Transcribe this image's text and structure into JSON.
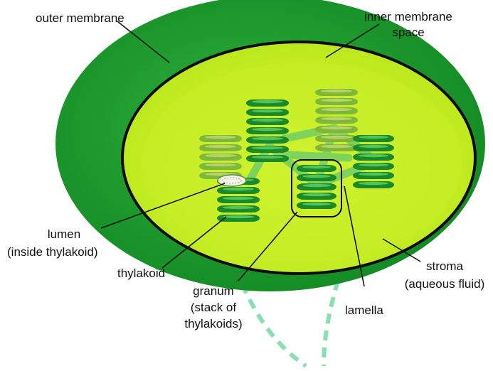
{
  "labels": {
    "outer_membrane": "outer membrane",
    "inner_membrane_space_1": "inner membrane",
    "inner_membrane_space_2": "space",
    "lumen_1": "lumen",
    "lumen_2": "(inside thylakoid)",
    "thylakoid": "thylakoid",
    "granum_1": "granum",
    "granum_2": "(stack of",
    "granum_3": "thylakoids)",
    "lamella": "lamella",
    "stroma_1": "stroma",
    "stroma_2": "(aqueous fluid)"
  },
  "colors": {
    "outer_membrane": "#1f9a2f",
    "inner_region": "#c5f01e",
    "thylakoid_dark": "#1a8a28",
    "thylakoid_stripe": "#52c45a",
    "background_stack": "#7fb838",
    "lamella": "#7ed35a",
    "dashed_stalk": "#88e0b0"
  }
}
